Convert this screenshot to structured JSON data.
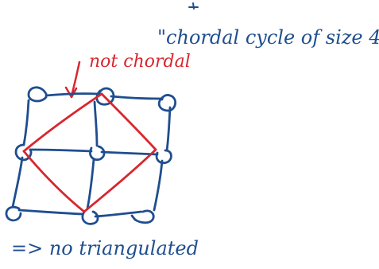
{
  "annotations": {
    "title": "\"chordal cycle of size 4\"",
    "red_label": "not chordal",
    "conclusion": "=> no triangulated"
  },
  "colors": {
    "ink_blue": "#1f4e8f",
    "ink_red": "#d8262e",
    "background": "#ffffff"
  },
  "graph": {
    "vertices": [
      "v1",
      "v2",
      "v3",
      "v4",
      "v5",
      "v6",
      "v7",
      "v8",
      "v9"
    ],
    "blue_edges": [
      [
        "v1",
        "v2"
      ],
      [
        "v2",
        "v3"
      ],
      [
        "v4",
        "v5"
      ],
      [
        "v5",
        "v6"
      ],
      [
        "v7",
        "v8"
      ],
      [
        "v8",
        "v9"
      ],
      [
        "v1",
        "v4"
      ],
      [
        "v4",
        "v7"
      ],
      [
        "v2",
        "v5"
      ],
      [
        "v5",
        "v8"
      ],
      [
        "v3",
        "v6"
      ],
      [
        "v6",
        "v9"
      ]
    ],
    "red_cycle": [
      "v2",
      "v6",
      "v8",
      "v4"
    ]
  }
}
